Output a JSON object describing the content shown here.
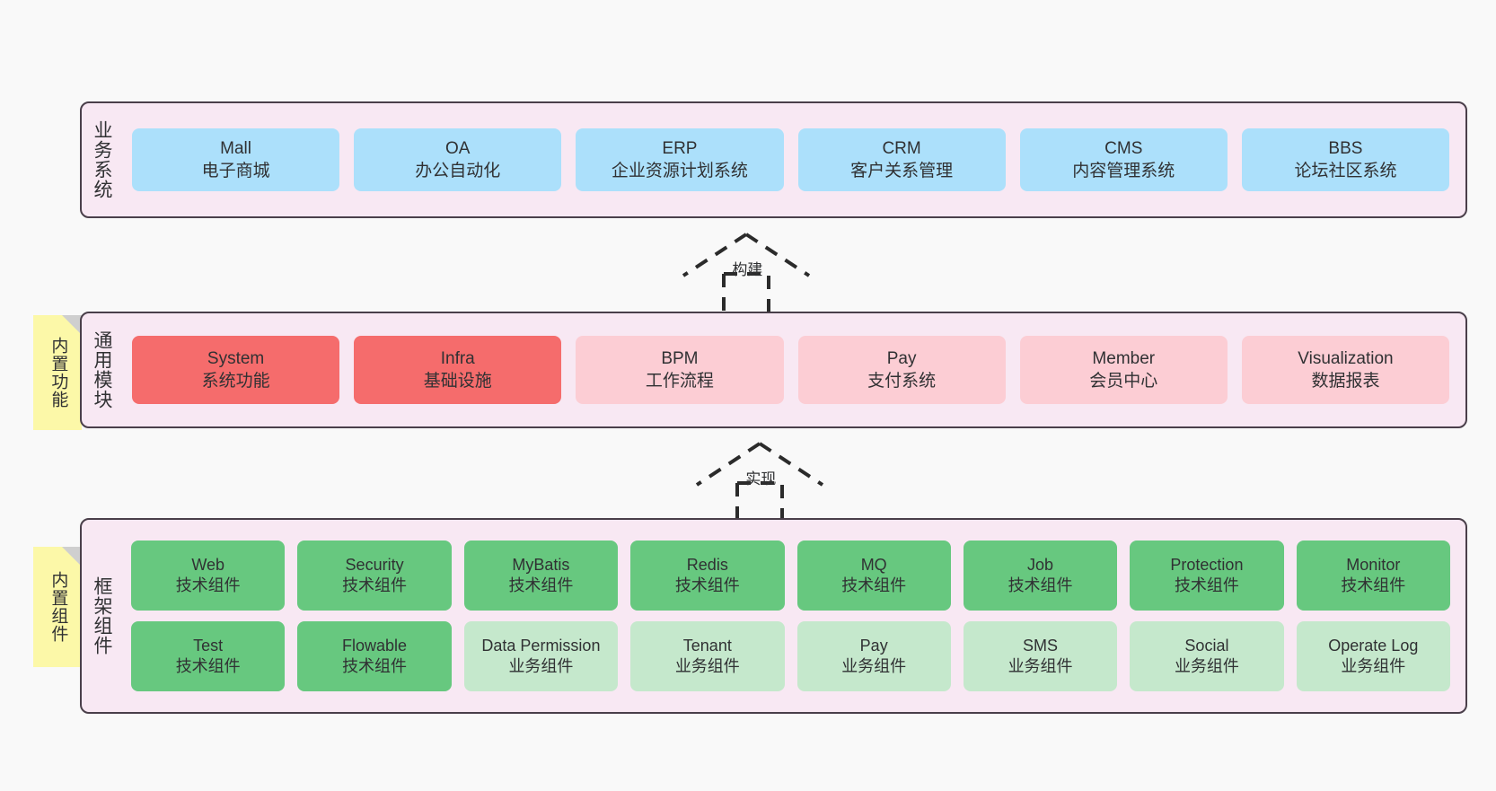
{
  "diagram": {
    "background": "#f9f9f9",
    "palette": {
      "panel_bg": "#f8e8f3",
      "panel_border": "#4a3f4a",
      "blue": "#ace0fb",
      "red": "#f56c6c",
      "pink": "#fccdd4",
      "green": "#67c87f",
      "green_light": "#c5e8cc",
      "note_yellow": "#fcf8a8",
      "note_fold": "#cfcfcf",
      "text": "#303133"
    }
  },
  "notes": [
    {
      "id": "builtin-features",
      "label": "内置功能"
    },
    {
      "id": "builtin-components",
      "label": "内置组件"
    }
  ],
  "connectors": [
    {
      "id": "build",
      "label": "构建",
      "style": "dashed-generalization",
      "direction": "up"
    },
    {
      "id": "implement",
      "label": "实现",
      "style": "dashed-generalization",
      "direction": "up"
    }
  ],
  "layers": [
    {
      "id": "business-systems",
      "title": "业务系统",
      "rows": [
        [
          {
            "en": "Mall",
            "cn": "电子商城",
            "color": "blue"
          },
          {
            "en": "OA",
            "cn": "办公自动化",
            "color": "blue"
          },
          {
            "en": "ERP",
            "cn": "企业资源计划系统",
            "color": "blue"
          },
          {
            "en": "CRM",
            "cn": "客户关系管理",
            "color": "blue"
          },
          {
            "en": "CMS",
            "cn": "内容管理系统",
            "color": "blue"
          },
          {
            "en": "BBS",
            "cn": "论坛社区系统",
            "color": "blue"
          }
        ]
      ]
    },
    {
      "id": "common-modules",
      "title": "通用模块",
      "rows": [
        [
          {
            "en": "System",
            "cn": "系统功能",
            "color": "red"
          },
          {
            "en": "Infra",
            "cn": "基础设施",
            "color": "red"
          },
          {
            "en": "BPM",
            "cn": "工作流程",
            "color": "pink"
          },
          {
            "en": "Pay",
            "cn": "支付系统",
            "color": "pink"
          },
          {
            "en": "Member",
            "cn": "会员中心",
            "color": "pink"
          },
          {
            "en": "Visualization",
            "cn": "数据报表",
            "color": "pink"
          }
        ]
      ]
    },
    {
      "id": "framework-components",
      "title": "框架组件",
      "rows": [
        [
          {
            "en": "Web",
            "cn": "技术组件",
            "color": "green"
          },
          {
            "en": "Security",
            "cn": "技术组件",
            "color": "green"
          },
          {
            "en": "MyBatis",
            "cn": "技术组件",
            "color": "green"
          },
          {
            "en": "Redis",
            "cn": "技术组件",
            "color": "green"
          },
          {
            "en": "MQ",
            "cn": "技术组件",
            "color": "green"
          },
          {
            "en": "Job",
            "cn": "技术组件",
            "color": "green"
          },
          {
            "en": "Protection",
            "cn": "技术组件",
            "color": "green"
          },
          {
            "en": "Monitor",
            "cn": "技术组件",
            "color": "green"
          }
        ],
        [
          {
            "en": "Test",
            "cn": "技术组件",
            "color": "green"
          },
          {
            "en": "Flowable",
            "cn": "技术组件",
            "color": "green"
          },
          {
            "en": "Data Permission",
            "cn": "业务组件",
            "color": "green_light"
          },
          {
            "en": "Tenant",
            "cn": "业务组件",
            "color": "green_light"
          },
          {
            "en": "Pay",
            "cn": "业务组件",
            "color": "green_light"
          },
          {
            "en": "SMS",
            "cn": "业务组件",
            "color": "green_light"
          },
          {
            "en": "Social",
            "cn": "业务组件",
            "color": "green_light"
          },
          {
            "en": "Operate Log",
            "cn": "业务组件",
            "color": "green_light"
          }
        ]
      ]
    }
  ]
}
